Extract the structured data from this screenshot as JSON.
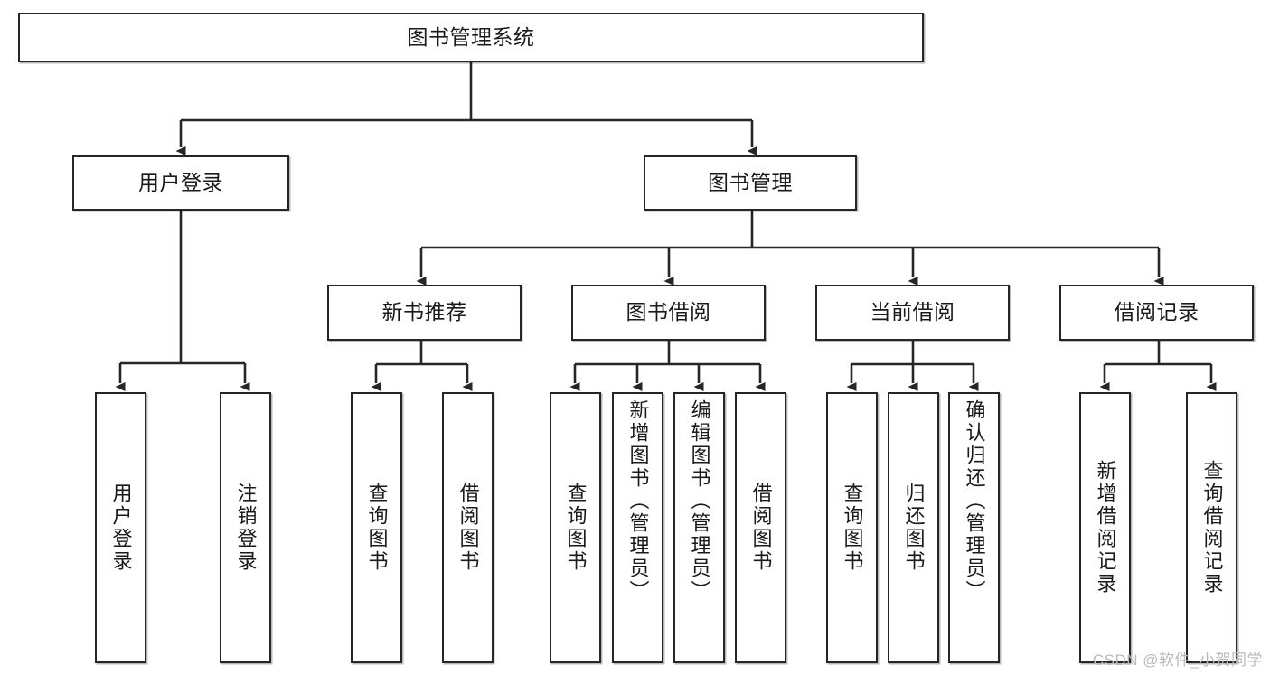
{
  "diagram": {
    "title": "图书管理系统",
    "type": "tree",
    "watermark": "CSDN @软件_小贺同学",
    "colors": {
      "box_border": "#262626",
      "box_fill": "#ffffff",
      "edge": "#262626",
      "text": "#1a1a1a",
      "watermark": "#b9b9b9",
      "background": "#ffffff"
    },
    "nodes": {
      "root": {
        "label": "图书管理系统",
        "level": 0,
        "orientation": "horizontal"
      },
      "user_login": {
        "label": "用户登录",
        "level": 1,
        "orientation": "horizontal"
      },
      "book_manage": {
        "label": "图书管理",
        "level": 1,
        "orientation": "horizontal"
      },
      "new_book_rec": {
        "label": "新书推荐",
        "level": 2,
        "orientation": "horizontal"
      },
      "book_borrow": {
        "label": "图书借阅",
        "level": 2,
        "orientation": "horizontal"
      },
      "current_borrow": {
        "label": "当前借阅",
        "level": 2,
        "orientation": "horizontal"
      },
      "borrow_record": {
        "label": "借阅记录",
        "level": 2,
        "orientation": "horizontal"
      },
      "leaf_user_login": {
        "label": "用户登录",
        "level": 3,
        "orientation": "vertical"
      },
      "leaf_logout": {
        "label": "注销登录",
        "level": 3,
        "orientation": "vertical"
      },
      "leaf_query_book_1": {
        "label": "查询图书",
        "level": 3,
        "orientation": "vertical"
      },
      "leaf_borrow_book_1": {
        "label": "借阅图书",
        "level": 3,
        "orientation": "vertical"
      },
      "leaf_query_book_2": {
        "label": "查询图书",
        "level": 3,
        "orientation": "vertical"
      },
      "leaf_add_book": {
        "label": "新增图书（管理员）",
        "level": 3,
        "orientation": "vertical"
      },
      "leaf_edit_book": {
        "label": "编辑图书（管理员）",
        "level": 3,
        "orientation": "vertical"
      },
      "leaf_borrow_book_2": {
        "label": "借阅图书",
        "level": 3,
        "orientation": "vertical"
      },
      "leaf_query_book_3": {
        "label": "查询图书",
        "level": 3,
        "orientation": "vertical"
      },
      "leaf_return_book": {
        "label": "归还图书",
        "level": 3,
        "orientation": "vertical"
      },
      "leaf_confirm_return": {
        "label": "确认归还（管理员）",
        "level": 3,
        "orientation": "vertical"
      },
      "leaf_add_record": {
        "label": "新增借阅记录",
        "level": 3,
        "orientation": "vertical"
      },
      "leaf_query_record": {
        "label": "查询借阅记录",
        "level": 3,
        "orientation": "vertical"
      }
    },
    "edges": [
      {
        "from": "root",
        "to": "user_login"
      },
      {
        "from": "root",
        "to": "book_manage"
      },
      {
        "from": "user_login",
        "to": "leaf_user_login"
      },
      {
        "from": "user_login",
        "to": "leaf_logout"
      },
      {
        "from": "book_manage",
        "to": "new_book_rec"
      },
      {
        "from": "book_manage",
        "to": "book_borrow"
      },
      {
        "from": "book_manage",
        "to": "current_borrow"
      },
      {
        "from": "book_manage",
        "to": "borrow_record"
      },
      {
        "from": "new_book_rec",
        "to": "leaf_query_book_1"
      },
      {
        "from": "new_book_rec",
        "to": "leaf_borrow_book_1"
      },
      {
        "from": "book_borrow",
        "to": "leaf_query_book_2"
      },
      {
        "from": "book_borrow",
        "to": "leaf_add_book"
      },
      {
        "from": "book_borrow",
        "to": "leaf_edit_book"
      },
      {
        "from": "book_borrow",
        "to": "leaf_borrow_book_2"
      },
      {
        "from": "current_borrow",
        "to": "leaf_query_book_3"
      },
      {
        "from": "current_borrow",
        "to": "leaf_return_book"
      },
      {
        "from": "current_borrow",
        "to": "leaf_confirm_return"
      },
      {
        "from": "borrow_record",
        "to": "leaf_add_record"
      },
      {
        "from": "borrow_record",
        "to": "leaf_query_record"
      }
    ]
  }
}
